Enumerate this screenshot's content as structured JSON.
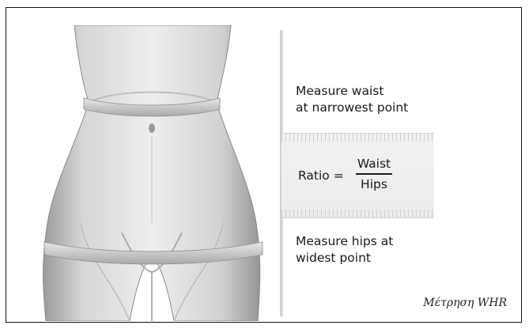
{
  "diagram": {
    "waist_instruction": [
      "Measure waist",
      "at narrowest point"
    ],
    "ratio_label": "Ratio =",
    "ratio_numerator": "Waist",
    "ratio_denominator": "Hips",
    "hips_instruction": [
      "Measure hips at",
      "widest point"
    ],
    "caption": "Μέτρηση WHR"
  }
}
